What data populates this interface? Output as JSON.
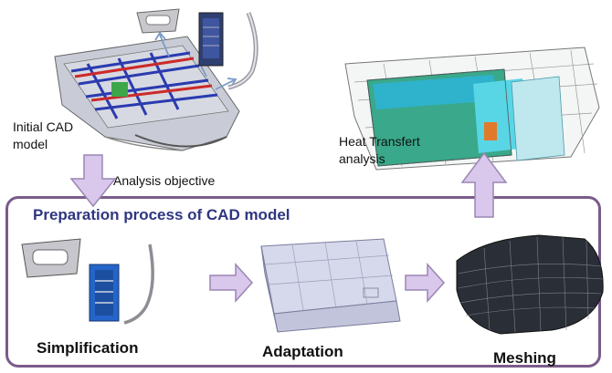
{
  "labels": {
    "initial_cad": [
      "Initial CAD",
      "model"
    ],
    "analysis_objective": "Analysis  objective",
    "heat_transfer": [
      "Heat Transfert",
      "analysis"
    ],
    "process_title": "Preparation process of CAD model"
  },
  "steps": [
    "Simplification",
    "Adaptation",
    "Meshing"
  ],
  "colors": {
    "box_border": "#7a5c8a",
    "title_text": "#2f3680",
    "arrow_fill": "#d9c8ec",
    "arrow_stroke": "#9a86b4"
  }
}
